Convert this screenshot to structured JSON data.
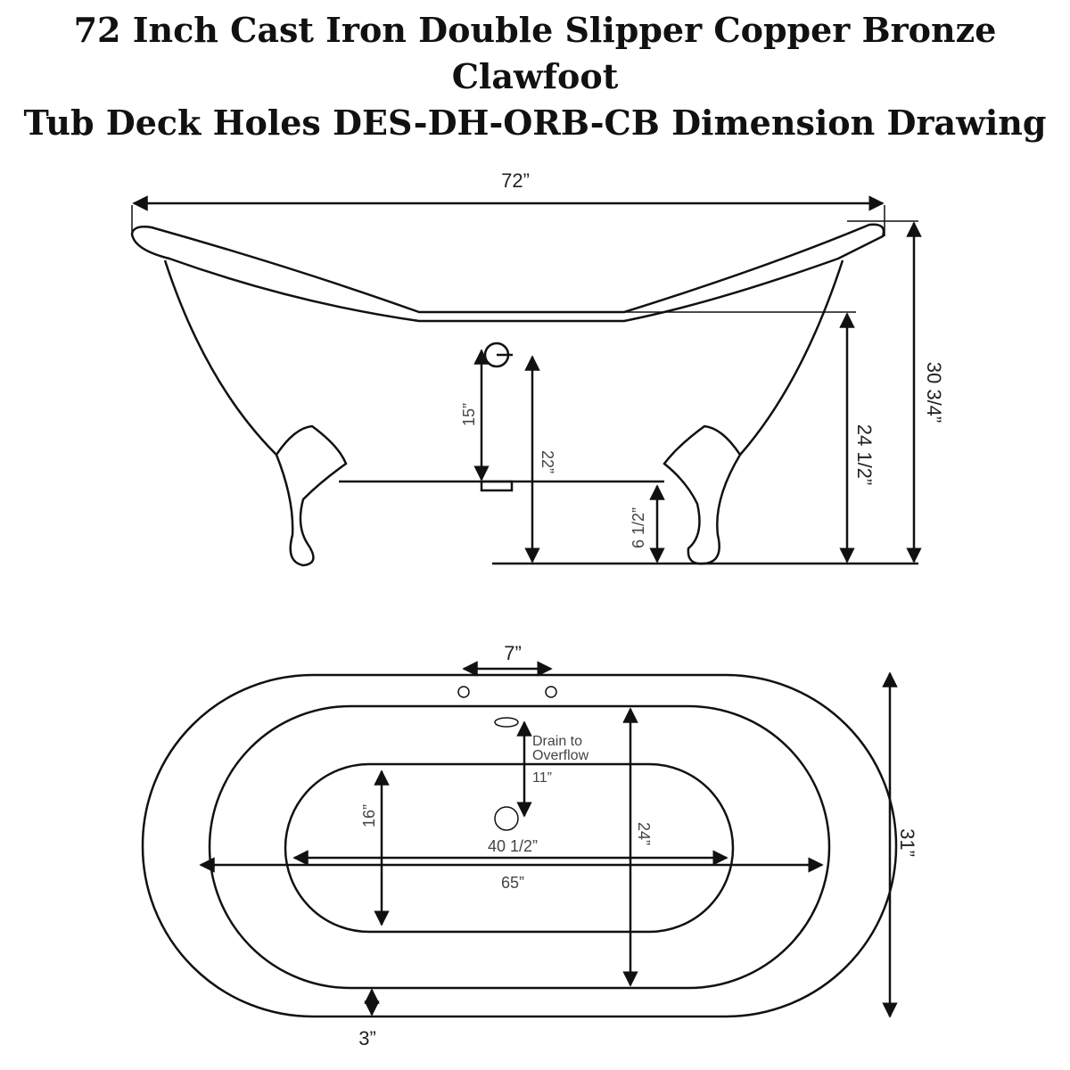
{
  "title": {
    "line1": "72 Inch Cast Iron Double Slipper Copper Bronze Clawfoot",
    "line2": "Tub Deck Holes DES-DH-ORB-CB Dimension Drawing"
  },
  "side_view": {
    "length": "72”",
    "total_height": "30 3/4”",
    "rim_height": "24 1/2”",
    "overflow_height": "15”",
    "overflow_from_floor": "22”",
    "leg_clearance": "6 1/2”"
  },
  "top_view": {
    "faucet_spacing": "7”",
    "drain_label_1": "Drain to",
    "drain_label_2": "Overflow",
    "drain_distance": "11”",
    "bottom_length": "40 1/2”",
    "interior_length": "65”",
    "bottom_width": "16”",
    "interior_width": "24”",
    "overall_width": "31”",
    "rim_width": "3”"
  }
}
